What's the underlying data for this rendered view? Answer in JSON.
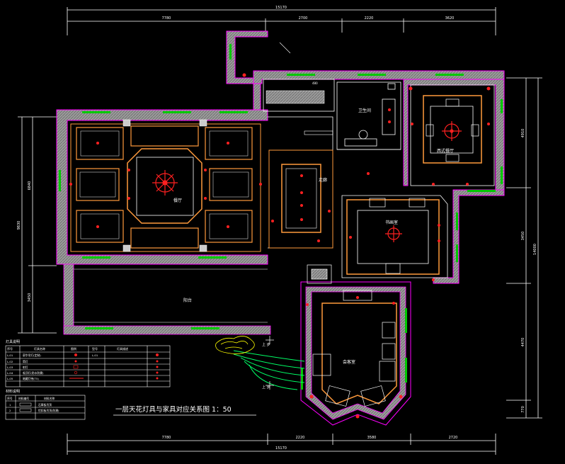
{
  "drawing": {
    "title": "一层天花灯具与家具对应关系图  1：50",
    "colors": {
      "background": "#000000",
      "wall": "#b3b3b3",
      "wall_outline": "#ff00ff",
      "furniture": "#ff9a3c",
      "dimension": "#ffffff",
      "window": "#00c800",
      "fixture": "#ff2020",
      "ceiling_line": "#ffd27a",
      "stair_arrow": "#00ff66",
      "rockery": "#ffff00"
    }
  },
  "dimensions": {
    "top_total": "15170",
    "top_segments": [
      "7780",
      "2700",
      "2220",
      "3620"
    ],
    "bottom_total": "15170",
    "bottom_segments": [
      "7780",
      "2220",
      "3580",
      "2720"
    ],
    "left_segments": [
      "6840",
      "3450"
    ],
    "left_total": "9830",
    "right_segments": [
      "4910",
      "3450",
      "4470",
      "770"
    ],
    "right_total": "14000"
  },
  "rooms": {
    "restaurant": "餐厅",
    "bathroom": "卫生间",
    "western_kitchen": "西式餐厅",
    "corridor": "走廊",
    "study": "书画室",
    "terrace": "阳台",
    "tea_room": "会客室",
    "stair_up_1": "上 步",
    "stair_up_2": "上 步",
    "small_label": "480"
  },
  "fixture_legend": {
    "header": "灯具说明",
    "columns": [
      "序号",
      "灯具名称",
      "图例",
      "型号",
      "灯具描述"
    ],
    "rows": [
      {
        "id": "L-01",
        "name": "豪华吊灯(定制)",
        "model": "L-01"
      },
      {
        "id": "L-02",
        "name": "筒灯",
        "model": ""
      },
      {
        "id": "L-03",
        "name": "射灯",
        "model": ""
      },
      {
        "id": "L-04",
        "name": "吸顶灯(防水防雾)",
        "model": ""
      },
      {
        "id": "L-05",
        "name": "暗藏灯带(T5)",
        "model": ""
      }
    ]
  },
  "material_legend": {
    "header": "材料说明",
    "columns": [
      "序号",
      "材料编号",
      "材料名称"
    ],
    "rows": [
      {
        "id": "1",
        "code": "",
        "name": "石膏板吊顶"
      },
      {
        "id": "2",
        "code": "",
        "name": "铝扣板吊顶(防潮)"
      }
    ]
  }
}
